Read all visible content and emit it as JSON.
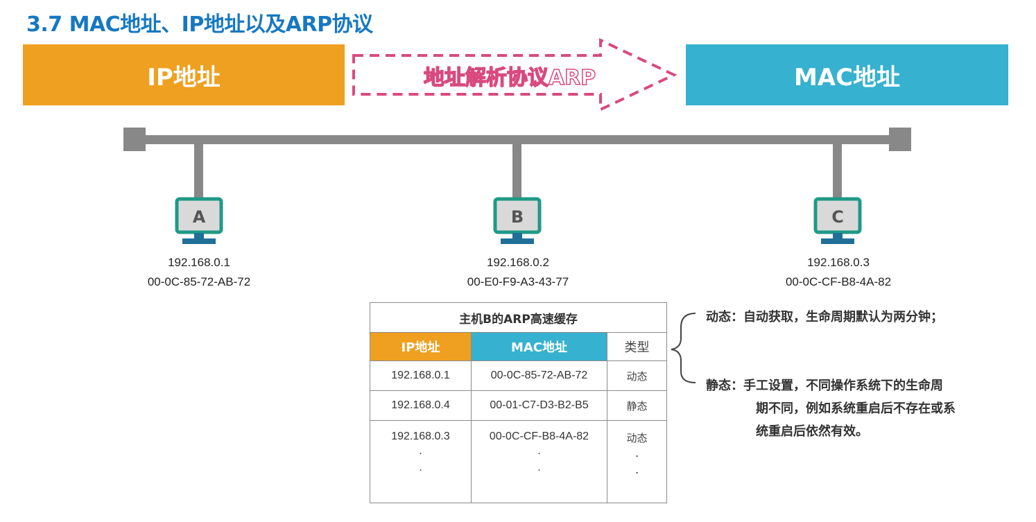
{
  "title": "3.7 MAC地址、IP地址以及ARP协议",
  "banner": {
    "ip_label": "IP地址",
    "arp_label": "地址解析协议ARP",
    "mac_label": "MAC地址",
    "colors": {
      "ip": "#efa020",
      "mac": "#36b1cf",
      "arrow": "#d94a7e"
    }
  },
  "hosts": [
    {
      "letter": "A",
      "ip": "192.168.0.1",
      "mac": "00-0C-85-72-AB-72"
    },
    {
      "letter": "B",
      "ip": "192.168.0.2",
      "mac": "00-E0-F9-A3-43-77"
    },
    {
      "letter": "C",
      "ip": "192.168.0.3",
      "mac": "00-0C-CF-B8-4A-82"
    }
  ],
  "arp_cache": {
    "caption": "主机B的ARP高速缓存",
    "headers": {
      "ip": "IP地址",
      "mac": "MAC地址",
      "type": "类型"
    },
    "rows": [
      {
        "ip": "192.168.0.1",
        "mac": "00-0C-85-72-AB-72",
        "type": "动态"
      },
      {
        "ip": "192.168.0.4",
        "mac": "00-01-C7-D3-B2-B5",
        "type": "静态"
      },
      {
        "ip": "192.168.0.3",
        "mac": "00-0C-CF-B8-4A-82",
        "type": "动态"
      }
    ],
    "ellipsis": "."
  },
  "notes": {
    "dynamic": "动态：自动获取，生命周期默认为两分钟；",
    "static_line1": "静态：手工设置，不同操作系统下的生命周",
    "static_line2": "期不同，例如系统重启后不存在或系",
    "static_line3": "统重启后依然有效。"
  }
}
